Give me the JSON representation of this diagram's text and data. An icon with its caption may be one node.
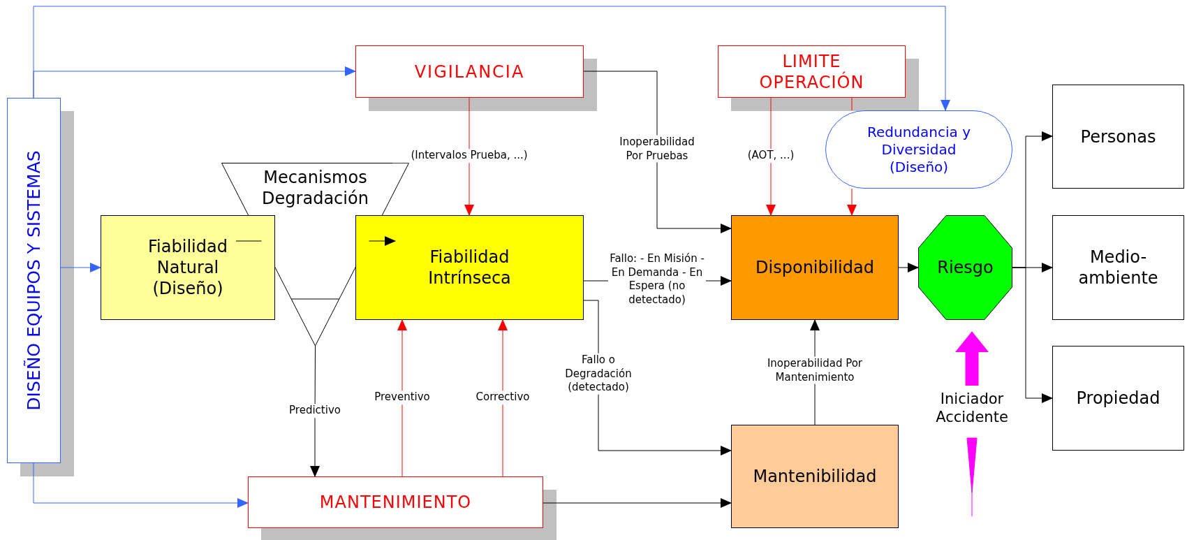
{
  "diagram": {
    "nodes": [
      {
        "text": [
          "DISEÑO EQUIPOS Y SISTEMAS"
        ]
      },
      {
        "text": [
          "VIGILANCIA"
        ]
      },
      {
        "text": [
          "LIMITE OPERACIÓN"
        ]
      },
      {
        "text": [
          "Redundancia y Diversidad (Diseño)"
        ]
      },
      {
        "text": [
          "Personas"
        ]
      },
      {
        "text": [
          "Mecanismos Degradación"
        ]
      },
      {
        "text": [
          "Fiabilidad Natural (Diseño)"
        ]
      },
      {
        "text": [
          "Fiabilidad Intrínseca"
        ]
      },
      {
        "text": [
          "Disponibilidad"
        ]
      },
      {
        "text": [
          "Riesgo"
        ]
      },
      {
        "text": [
          "Medio-ambiente"
        ]
      },
      {
        "text": [
          "Iniciador Accidente"
        ]
      },
      {
        "text": [
          "Propiedad"
        ]
      },
      {
        "text": [
          "Mantenibilidad"
        ]
      },
      {
        "text": [
          "MANTENIMIENTO"
        ]
      }
    ],
    "edges": [
      {
        "from": 0,
        "to": 1,
        "arrow": "to",
        "color": "#3366ff"
      },
      {
        "from": 0,
        "to": 3,
        "arrow": "to",
        "color": "#3366ff"
      },
      {
        "from": 0,
        "to": 6,
        "arrow": "to",
        "color": "#3366ff"
      },
      {
        "from": 0,
        "to": 14,
        "arrow": "to",
        "color": "#3366ff"
      },
      {
        "from": 1,
        "to": 7,
        "arrow": "to",
        "label": "(Intervalos Prueba, ...)",
        "color": "#ff0000"
      },
      {
        "from": 1,
        "to": 8,
        "arrow": "to",
        "label": "Inoperabilidad Por Pruebas"
      },
      {
        "from": 2,
        "to": 8,
        "arrow": "to",
        "label": "(AOT, ...)",
        "color": "#ff0000"
      },
      {
        "from": 2,
        "to": 3,
        "arrow": "none",
        "color": "#ff0000"
      },
      {
        "from": 3,
        "to": 8,
        "arrow": "to",
        "color": "#ff0000"
      },
      {
        "from": 6,
        "to": 5,
        "arrow": "none"
      },
      {
        "from": 5,
        "to": 7,
        "arrow": "to"
      },
      {
        "from": 5,
        "to": 14,
        "arrow": "to",
        "label": "Predictivo"
      },
      {
        "from": 14,
        "to": 7,
        "arrow": "to",
        "label": "Preventivo",
        "color": "#ff0000"
      },
      {
        "from": 14,
        "to": 7,
        "arrow": "to",
        "label": "Correctivo",
        "color": "#ff0000"
      },
      {
        "from": 7,
        "to": 8,
        "arrow": "to",
        "label": "Fallo: - En Misión - En Demanda - En Espera (no detectado)"
      },
      {
        "from": 7,
        "to": 13,
        "arrow": "to",
        "label": "Fallo o Degradación (detectado)"
      },
      {
        "from": 14,
        "to": 13,
        "arrow": "to"
      },
      {
        "from": 13,
        "to": 8,
        "arrow": "to",
        "label": "Inoperabilidad Por Mantenimiento"
      },
      {
        "from": 8,
        "to": 9,
        "arrow": "to"
      },
      {
        "from": 9,
        "to": 4,
        "arrow": "to"
      },
      {
        "from": 9,
        "to": 10,
        "arrow": "to"
      },
      {
        "from": 9,
        "to": 12,
        "arrow": "to"
      },
      {
        "from": 11,
        "to": 9,
        "arrow": "to",
        "style": "thick",
        "color": "#ff00ff"
      },
      {
        "from": null,
        "to": 11,
        "arrow": "none",
        "color": "#ff00ff"
      }
    ]
  }
}
